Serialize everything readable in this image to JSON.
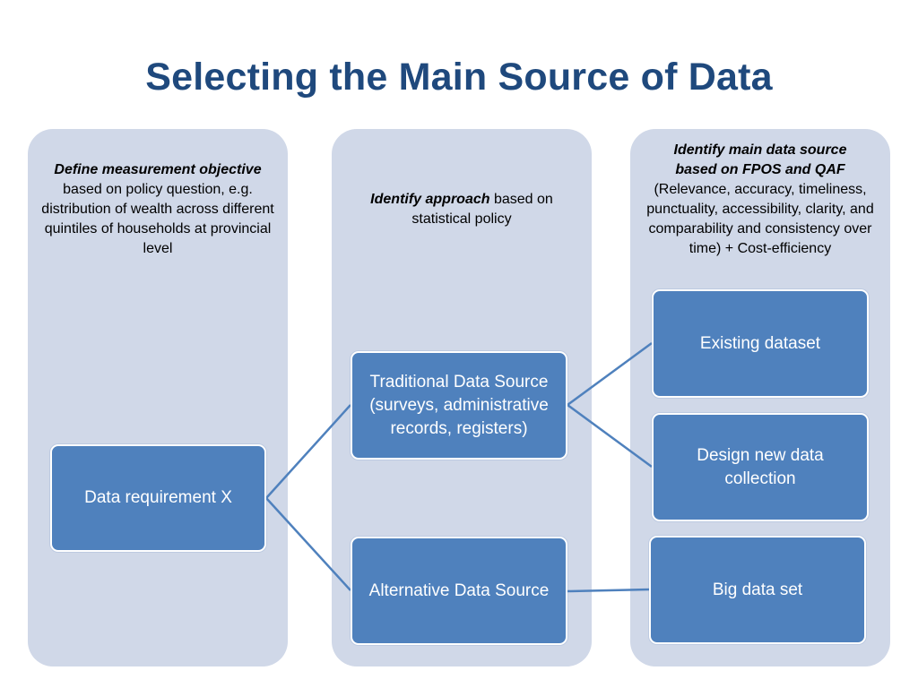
{
  "slide": {
    "title": "Selecting the Main Source of Data"
  },
  "columns": {
    "col1": {
      "heading": "Define measurement objective",
      "body": "based on policy question, e.g. distribution of wealth across different quintiles of households at provincial level"
    },
    "col2": {
      "heading": "Identify approach",
      "body": "based on statistical policy"
    },
    "col3": {
      "heading_line1": "Identify main  data source",
      "heading_line2": "based on FPOS and QAF",
      "body": "(Relevance, accuracy, timeliness, punctuality, accessibility, clarity, and comparability and consistency over time) + Cost-efficiency"
    }
  },
  "boxes": {
    "data_requirement": "Data requirement X",
    "traditional": "Traditional Data Source (surveys, administrative records, registers)",
    "alternative": "Alternative Data Source",
    "existing": "Existing dataset",
    "design": "Design new data collection",
    "big_data": "Big data set"
  },
  "colors": {
    "title": "#1f497d",
    "column_bg": "#d0d8e8",
    "box_fill": "#4f81bd",
    "connector": "#4f81bd"
  }
}
